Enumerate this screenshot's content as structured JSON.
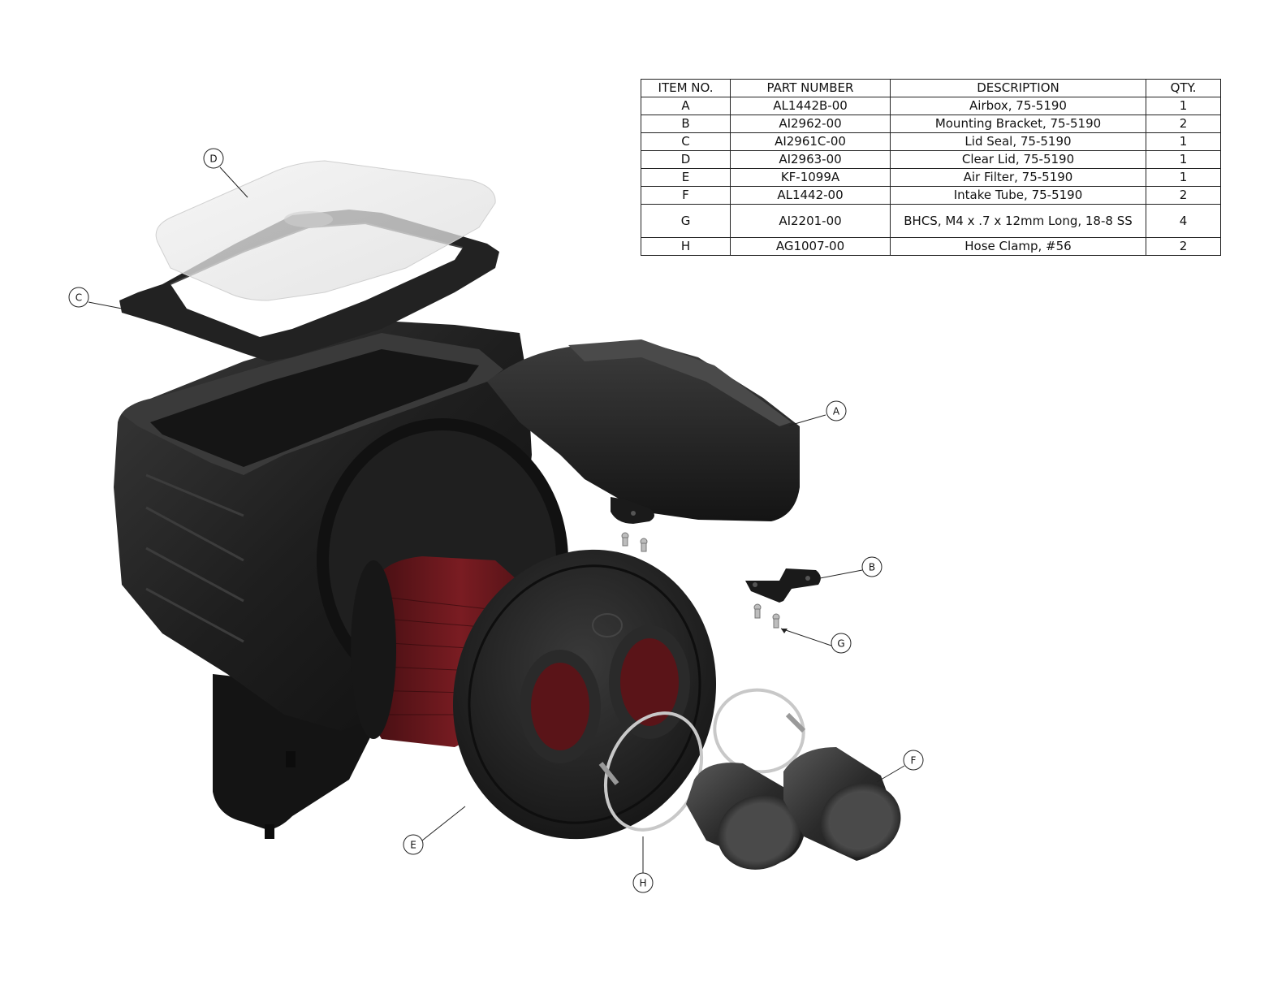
{
  "bom": {
    "headers": [
      "ITEM NO.",
      "PART NUMBER",
      "DESCRIPTION",
      "QTY."
    ],
    "rows": [
      {
        "item": "A",
        "part": "AL1442B-00",
        "desc": "Airbox, 75-5190",
        "qty": "1"
      },
      {
        "item": "B",
        "part": "AI2962-00",
        "desc": "Mounting Bracket, 75-5190",
        "qty": "2"
      },
      {
        "item": "C",
        "part": "AI2961C-00",
        "desc": "Lid Seal, 75-5190",
        "qty": "1"
      },
      {
        "item": "D",
        "part": "AI2963-00",
        "desc": "Clear Lid, 75-5190",
        "qty": "1"
      },
      {
        "item": "E",
        "part": "KF-1099A",
        "desc": "Air Filter, 75-5190",
        "qty": "1"
      },
      {
        "item": "F",
        "part": "AL1442-00",
        "desc": "Intake Tube, 75-5190",
        "qty": "2"
      },
      {
        "item": "G",
        "part": "AI2201-00",
        "desc": "BHCS, M4 x .7 x 12mm Long, 18-8 SS",
        "qty": "4"
      },
      {
        "item": "H",
        "part": "AG1007-00",
        "desc": "Hose Clamp, #56",
        "qty": "2"
      }
    ]
  },
  "callouts": {
    "a": "A",
    "b": "B",
    "c": "C",
    "d": "D",
    "e": "E",
    "f": "F",
    "g": "G",
    "h": "H"
  },
  "colors": {
    "plastic": "#1c1c1c",
    "filter_media": "#5a1418",
    "clear_lid": "#e6e6e6",
    "metal": "#c8c8c8"
  }
}
